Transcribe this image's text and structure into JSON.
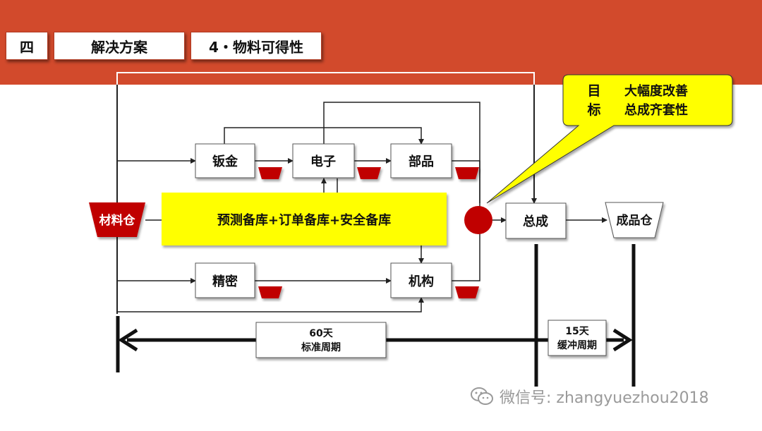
{
  "header": {
    "section": "四",
    "title": "解决方案",
    "subtitle": "4・物料可得性"
  },
  "diagram": {
    "warehouse_in": "材料仓",
    "warehouse_out": "成品仓",
    "processes": {
      "sheet_metal": "钣金",
      "electronics": "电子",
      "parts": "部品",
      "precision": "精密",
      "mechanism": "机构",
      "assembly": "总成"
    },
    "inventory_policy": "预测备库+订单备库+安全备库",
    "target": {
      "label_line1": "目",
      "label_line2": "标",
      "text_line1": "大幅度改善",
      "text_line2": "总成齐套性"
    },
    "cycles": {
      "standard_days": "60天",
      "standard_label": "标准周期",
      "buffer_days": "15天",
      "buffer_label": "缓冲周期"
    }
  },
  "watermark": {
    "text": "微信号: zhangyuezhou2018"
  },
  "colors": {
    "header_red": "#d24a2c",
    "warehouse_red": "#c00000",
    "callout_yellow": "#ffff00"
  }
}
